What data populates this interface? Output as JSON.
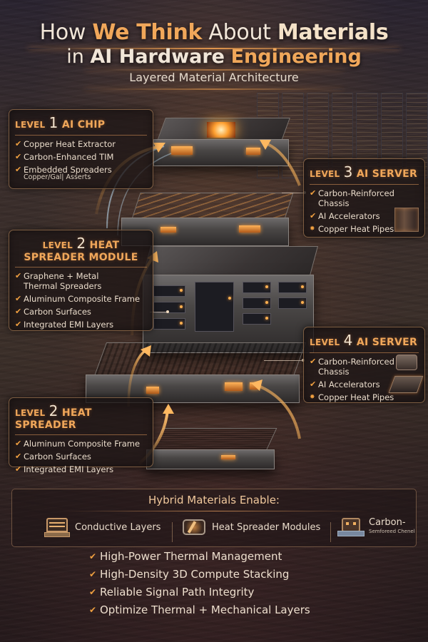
{
  "header": {
    "title_line1": {
      "p1": "How ",
      "p2": "We Think",
      "p3": " About ",
      "p4": "Materials"
    },
    "title_line2": {
      "p1": "in ",
      "p2": "AI Hardware",
      "p3": " ",
      "p4": "Engineering"
    },
    "subtitle": "Layered Material Architecture"
  },
  "levels": [
    {
      "id": "level1",
      "lvl": "LEVEL",
      "num": "1",
      "name": "AI CHIP",
      "items": [
        {
          "icon": "check",
          "text": "Copper Heat Extractor"
        },
        {
          "icon": "check",
          "text": "Carbon-Enhanced TIM"
        },
        {
          "icon": "check",
          "text": "Embedded Spreaders",
          "sub": "Copper/Gal| Asserts"
        }
      ]
    },
    {
      "id": "level3",
      "lvl": "LEVEL",
      "num": "3",
      "name": "AI SERVER",
      "items": [
        {
          "icon": "check",
          "text": "Carbon-Reinforced Chassis"
        },
        {
          "icon": "check",
          "text": "AI Accelerators"
        },
        {
          "icon": "star",
          "text": "Copper Heat Pipes"
        }
      ]
    },
    {
      "id": "level2-module",
      "lvl": "LEVEL",
      "num": "2",
      "name": "HEAT SPREADER MODULE",
      "items": [
        {
          "icon": "check",
          "text": "Graphene + Metal Thermal Spreaders"
        },
        {
          "icon": "check",
          "text": "Aluminum Composite Frame"
        },
        {
          "icon": "check",
          "text": "Carbon Surfaces"
        },
        {
          "icon": "check",
          "text": "Integrated EMI Layers"
        }
      ]
    },
    {
      "id": "level4",
      "lvl": "LEVEL",
      "num": "4",
      "name": "AI SERVER",
      "items": [
        {
          "icon": "check",
          "text": "Carbon-Reinforced Chassis"
        },
        {
          "icon": "check",
          "text": "AI Accelerators"
        },
        {
          "icon": "star",
          "text": "Copper Heat Pipes"
        }
      ]
    },
    {
      "id": "level2-spreader",
      "lvl": "LEVEL",
      "num": "2",
      "name": "HEAT SPREADER",
      "items": [
        {
          "icon": "check",
          "text": "Aluminum Composite Frame"
        },
        {
          "icon": "check",
          "text": "Carbon Surfaces"
        },
        {
          "icon": "check",
          "text": "Integrated EMI Layers"
        }
      ]
    }
  ],
  "hybrid": {
    "title": "Hybrid Materials Enable:",
    "features": [
      {
        "icon": "conductive-layers-icon",
        "label": "Conductive Layers"
      },
      {
        "icon": "heat-spreader-module-icon",
        "label": "Heat Spreader Modules"
      },
      {
        "icon": "carbon-chassis-icon",
        "label": "Carbon-",
        "sub": "Semforeed Chenel"
      }
    ]
  },
  "benefits": [
    "High-Power Thermal Management",
    "High-Density 3D Compute Stacking",
    "Reliable Signal Path Integrity",
    "Optimize Thermal + Mechanical Layers"
  ],
  "colors": {
    "accent": "#f0a75a",
    "text": "#eadccb",
    "background": "#3a2e2c",
    "box_border": "#c8966e"
  }
}
